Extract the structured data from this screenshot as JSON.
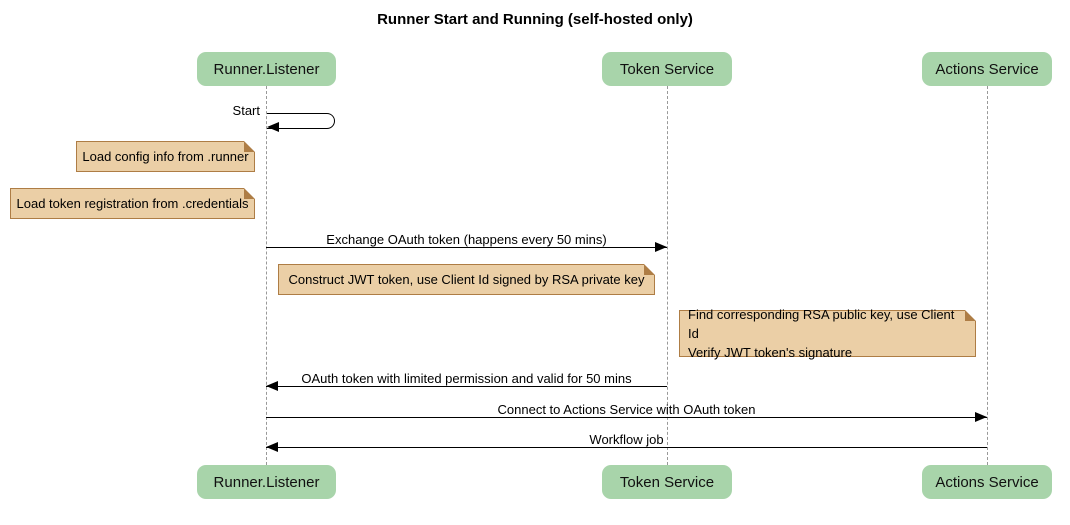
{
  "title": "Runner Start and Running (self-hosted only)",
  "colors": {
    "background": "#ffffff",
    "participant-fill": "#a8d4aa",
    "participant-text": "#111111",
    "note-fill": "#ebcfa6",
    "note-border": "#ae7d45",
    "lifeline": "#999999",
    "arrow": "#000000"
  },
  "participants": [
    {
      "name": "Runner.Listener"
    },
    {
      "name": "Token Service"
    },
    {
      "name": "Actions Service"
    }
  ],
  "messages": [
    {
      "label": "Start",
      "from": "Runner.Listener",
      "to": "Runner.Listener",
      "kind": "self-message"
    },
    {
      "label": "Exchange OAuth token (happens every 50 mins)",
      "from": "Runner.Listener",
      "to": "Token Service",
      "kind": "solid-arrow"
    },
    {
      "label": "OAuth token with limited permission and valid for 50 mins",
      "from": "Token Service",
      "to": "Runner.Listener",
      "kind": "solid-arrow"
    },
    {
      "label": "Connect to Actions Service with OAuth token",
      "from": "Runner.Listener",
      "to": "Actions Service",
      "kind": "solid-arrow"
    },
    {
      "label": "Workflow job",
      "from": "Actions Service",
      "to": "Runner.Listener",
      "kind": "solid-arrow"
    }
  ],
  "notes": [
    {
      "position": "left of Runner.Listener",
      "lines": [
        "Load config info from .runner"
      ]
    },
    {
      "position": "left of Runner.Listener",
      "lines": [
        "Load token registration from .credentials"
      ]
    },
    {
      "position": "over Runner.Listener and Token Service",
      "lines": [
        "Construct JWT token, use Client Id signed by RSA private key"
      ]
    },
    {
      "position": "left of Actions Service",
      "lines": [
        "Find corresponding RSA public key, use Client Id",
        "Verify JWT token's signature"
      ]
    }
  ]
}
